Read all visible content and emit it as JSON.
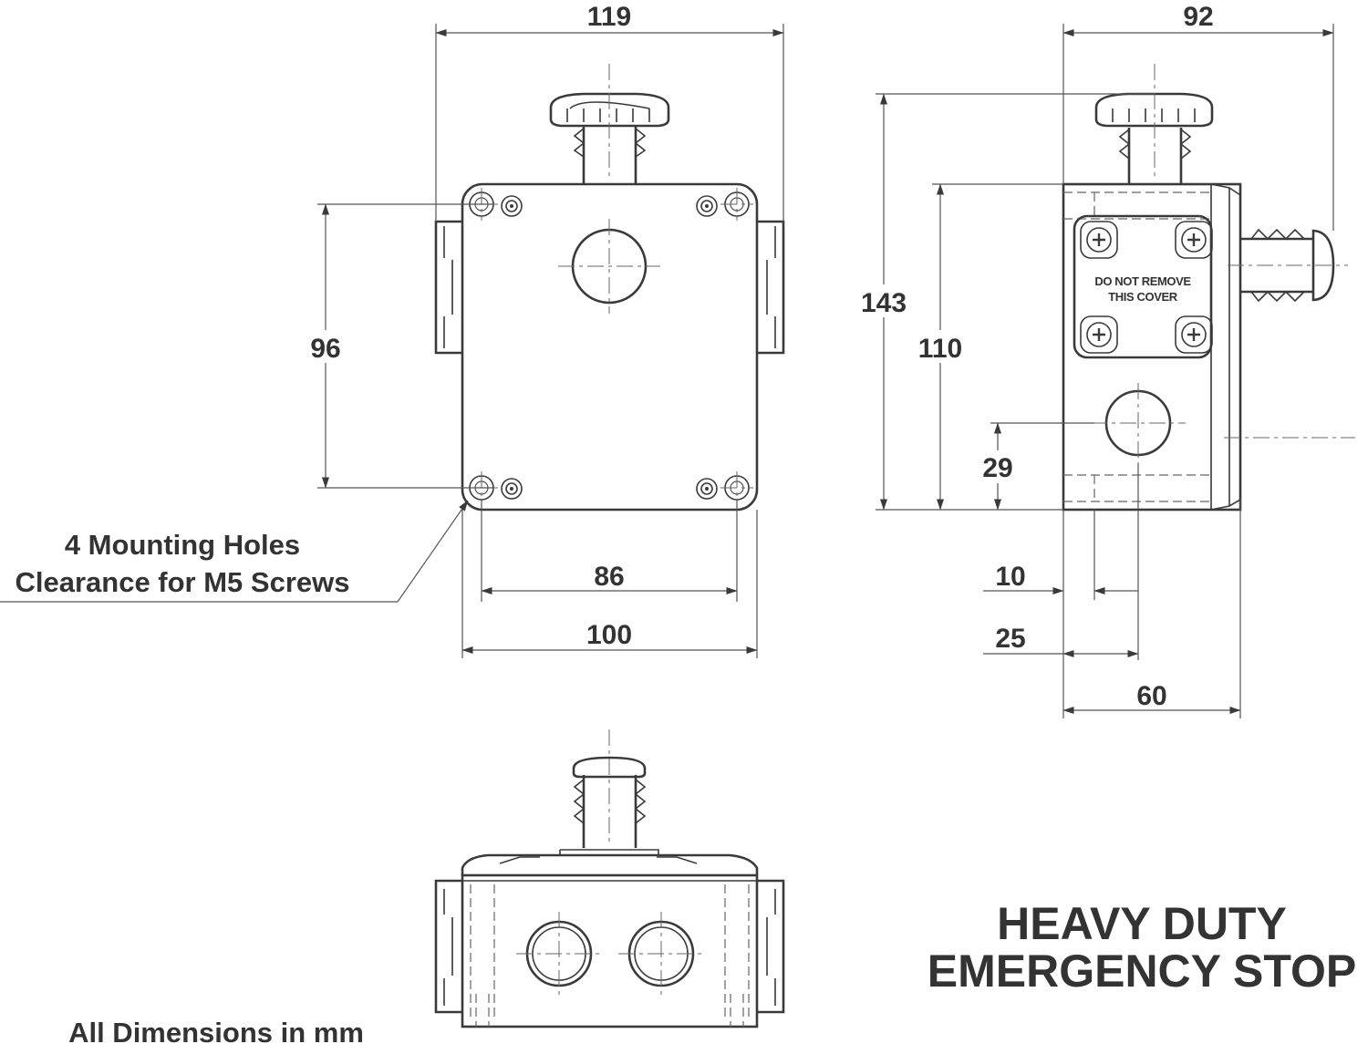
{
  "dimensions": {
    "front_width": "119",
    "side_width": "92",
    "mounting_vertical": "96",
    "overall_height": "143",
    "body_height": "110",
    "entry_height": "29",
    "hole_spacing": "86",
    "body_width": "100",
    "offset_10": "10",
    "offset_25": "25",
    "depth_60": "60"
  },
  "notes": {
    "mounting_line1": "4 Mounting Holes",
    "mounting_line2": "Clearance for M5 Screws",
    "units": "All Dimensions in mm"
  },
  "cover_label": {
    "line1": "DO NOT REMOVE",
    "line2": "THIS COVER"
  },
  "title": {
    "line1": "HEAVY DUTY",
    "line2": "EMERGENCY STOP"
  }
}
